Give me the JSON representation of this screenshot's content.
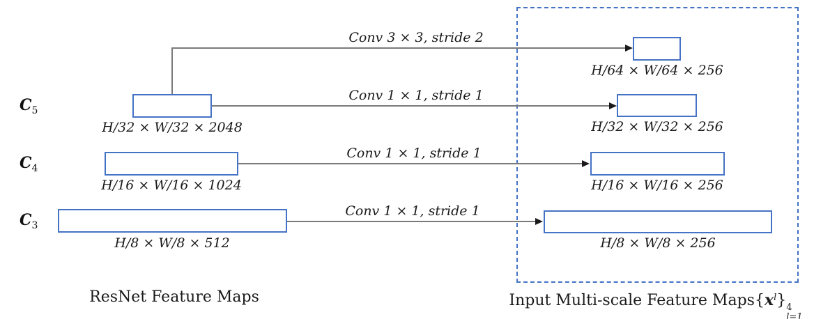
{
  "diagram": {
    "colors": {
      "box_border": "#4472C4",
      "dashed_border": "#4472C4",
      "arrow_line": "#7a7a7a",
      "arrow_head": "#1a1a1a",
      "text": "#1a1a1a"
    },
    "left_section": {
      "caption": "ResNet Feature Maps",
      "rows": [
        {
          "label_base": "C",
          "label_sub": "5",
          "dims": "H/32 × W/32 × 2048"
        },
        {
          "label_base": "C",
          "label_sub": "4",
          "dims": "H/16 × W/16 × 1024"
        },
        {
          "label_base": "C",
          "label_sub": "3",
          "dims": "H/8 × W/8 × 512"
        }
      ]
    },
    "arrows": [
      {
        "label": "Conv 3 × 3, stride 2"
      },
      {
        "label": "Conv 1 × 1, stride 1"
      },
      {
        "label": "Conv 1 × 1, stride 1"
      },
      {
        "label": "Conv 1 × 1, stride 1"
      }
    ],
    "right_section": {
      "caption_prefix": "Input Multi-scale Feature Maps",
      "caption_brace_open": "{",
      "caption_var": "x",
      "caption_var_sup": "l",
      "caption_brace_close": "}",
      "caption_sup": "4",
      "caption_sub": "l=1",
      "rows": [
        {
          "dims": "H/64 × W/64 × 256"
        },
        {
          "dims": "H/32 × W/32 × 256"
        },
        {
          "dims": "H/16 × W/16 × 256"
        },
        {
          "dims": "H/8 × W/8 × 256"
        }
      ]
    }
  }
}
